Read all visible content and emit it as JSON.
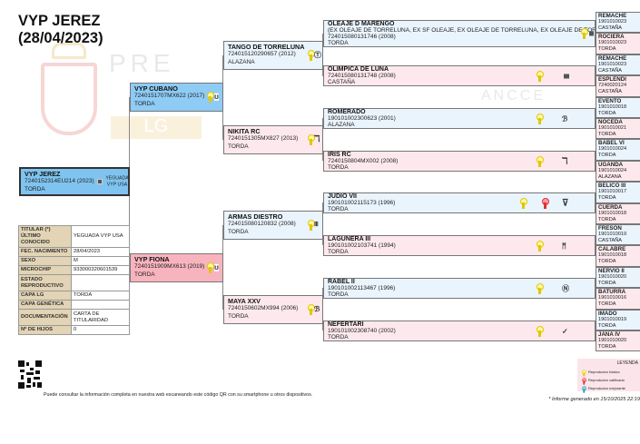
{
  "title": {
    "name": "VYP JEREZ",
    "date": "(28/04/2023)"
  },
  "watermark": {
    "pre": "PRE",
    "ancce": "ANCCE",
    "lg": "LG"
  },
  "subject": {
    "name": "VYP JEREZ",
    "id": "7240152314EU214 (2023)",
    "coat": "TORDA",
    "breeder": "YEGUADA VYP USA"
  },
  "parents": [
    {
      "name": "VYP CUBANO",
      "id": "7240151707MX622 (2017)",
      "coat": "TORDA"
    },
    {
      "name": "VYP FIONA",
      "id": "7240151909MX613 (2019)",
      "coat": "TORDA"
    }
  ],
  "grandparents": [
    {
      "name": "TANGO DE TORRELUNA",
      "id": "724015120290657 (2012)",
      "coat": "ALAZANA"
    },
    {
      "name": "NIKITA RC",
      "id": "7240151305MX827 (2013)",
      "coat": "TORDA"
    },
    {
      "name": "ARMAS DIESTRO",
      "id": "724015080120832 (2008)",
      "coat": "TORDA"
    },
    {
      "name": "MAYA XXV",
      "id": "7240150602MX994 (2006)",
      "coat": "TORDA"
    }
  ],
  "great_grandparents": [
    {
      "name": "OLEAJE D MARENGO",
      "aka": "(EX OLEAJE DE TORRELUNA, EX SF OLEAJE, EX OLEAJE DE TORRELUNA, EX OLEAJE DE TORRE)",
      "id": "724015080131746 (2008)",
      "coat": "TORDA"
    },
    {
      "name": "OLIMPICA DE LUNA",
      "id": "724015080131748 (2008)",
      "coat": "CASTAÑA"
    },
    {
      "name": "ROMERADO",
      "id": "190101002300623 (2001)",
      "coat": "ALAZANA"
    },
    {
      "name": "IRIS RC",
      "id": "7240150804MX002 (2008)",
      "coat": "TORDA"
    },
    {
      "name": "JUDIO VII",
      "id": "190101002115173 (1996)",
      "coat": "TORDA"
    },
    {
      "name": "LAGUNERA III",
      "id": "190101002103741 (1994)",
      "coat": "TORDA"
    },
    {
      "name": "RABEL II",
      "id": "190101002113467 (1996)",
      "coat": "TORDA"
    },
    {
      "name": "NEFERTARI",
      "id": "190101002308740 (2002)",
      "coat": "TORDA"
    }
  ],
  "gen5": [
    {
      "name": "REMACHE",
      "id": "1901010023",
      "coat": "CASTAÑA"
    },
    {
      "name": "ROCIERA",
      "id": "1901010023",
      "coat": "TORDA"
    },
    {
      "name": "REMACHE",
      "id": "1901010023",
      "coat": "CASTAÑA"
    },
    {
      "name": "ESPLENDI",
      "id": "7240020124",
      "coat": "CASTAÑA"
    },
    {
      "name": "EVENTO",
      "id": "1901010018",
      "coat": "TORDA"
    },
    {
      "name": "NOCEDA",
      "id": "1901010021",
      "coat": "TORDA"
    },
    {
      "name": "BABEL VI",
      "id": "1901010024",
      "coat": "TORDA"
    },
    {
      "name": "UGANDA",
      "id": "1901010024",
      "coat": "ALAZANA"
    },
    {
      "name": "BELICO III",
      "id": "1901010017",
      "coat": "TORDA"
    },
    {
      "name": "CUERDA",
      "id": "1901010018",
      "coat": "TORDA"
    },
    {
      "name": "FRESON",
      "id": "1901010019",
      "coat": "CASTAÑA"
    },
    {
      "name": "CALABRE",
      "id": "1901010018",
      "coat": "TORDA"
    },
    {
      "name": "NERVIO II",
      "id": "1901010020",
      "coat": "TORDA"
    },
    {
      "name": "BATURRA",
      "id": "1901010016",
      "coat": "TORDA"
    },
    {
      "name": "IMADO",
      "id": "1901010019",
      "coat": "TORDA"
    },
    {
      "name": "JANA IV",
      "id": "1901010020",
      "coat": "TORDA"
    }
  ],
  "info": [
    {
      "k": "TITULAR (*) ÚLTIMO CONOCIDO",
      "v": "YEGUADA VYP USA"
    },
    {
      "k": "FEC. NACIMIENTO",
      "v": "28/04/2023"
    },
    {
      "k": "SEXO",
      "v": "M"
    },
    {
      "k": "MICROCHIP",
      "v": "933000320601539"
    },
    {
      "k": "ESTADO REPRODUCTIVO",
      "v": ""
    },
    {
      "k": "CAPA LG",
      "v": "TORDA"
    },
    {
      "k": "CAPA GENÉTICA",
      "v": ""
    },
    {
      "k": "DOCUMENTACIÓN",
      "v": "CARTA DE TITULARIDAD"
    },
    {
      "k": "Nº DE HIJOS",
      "v": "0"
    }
  ],
  "footer": {
    "qr_text": "Puede consultar la información completa en nuestra web escaneando este código QR con su smartphone u otros dispositivos.",
    "generated": "* Informe generado en 15/10/2025 22:19"
  },
  "legend": {
    "title": "LEYENDA",
    "items": [
      "Reproductor básico",
      "Reproductor calificado",
      "Reproductor mejorante"
    ]
  },
  "colors": {
    "subject": "#7fc4f0",
    "sire": "#8ecbf5",
    "dam": "#f7b3be",
    "male_bg": "#eaf4fd",
    "female_bg": "#fde9ed",
    "info_key": "#e2d4b4"
  }
}
